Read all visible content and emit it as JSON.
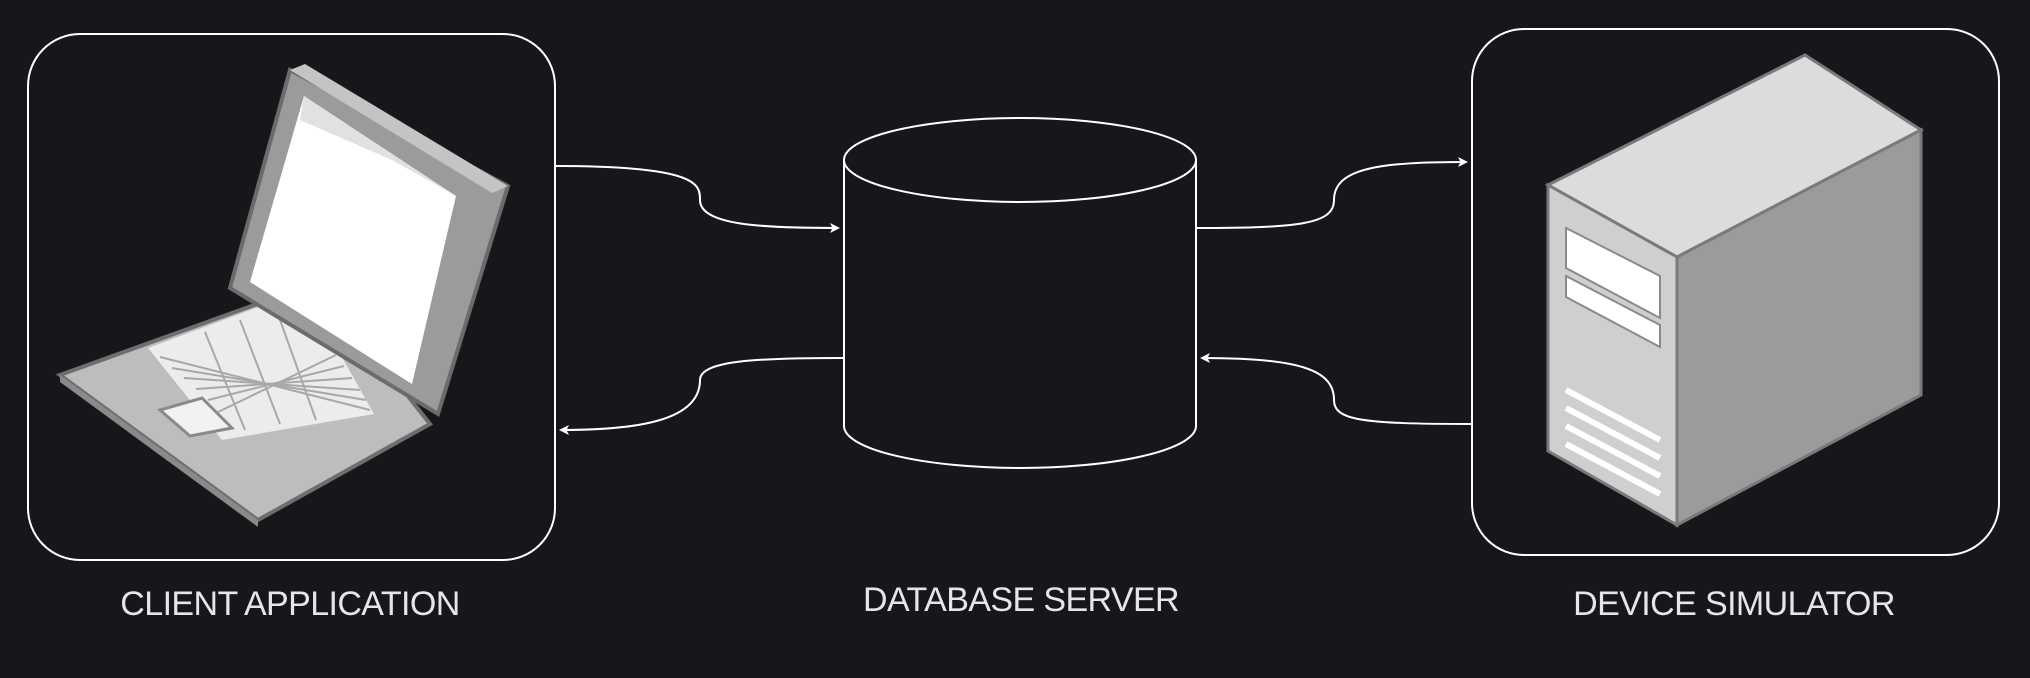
{
  "diagram": {
    "background": "#18161b",
    "stroke_color": "#ffffff",
    "nodes": [
      {
        "id": "client",
        "label": "CLIENT APPLICATION",
        "icon": "laptop-icon"
      },
      {
        "id": "database",
        "label": "DATABASE SERVER",
        "icon": "database-cylinder"
      },
      {
        "id": "device",
        "label": "DEVICE SIMULATOR",
        "icon": "server-tower-icon"
      }
    ],
    "edges": [
      {
        "from": "client",
        "to": "database"
      },
      {
        "from": "database",
        "to": "client"
      },
      {
        "from": "database",
        "to": "device"
      },
      {
        "from": "device",
        "to": "database"
      }
    ]
  }
}
